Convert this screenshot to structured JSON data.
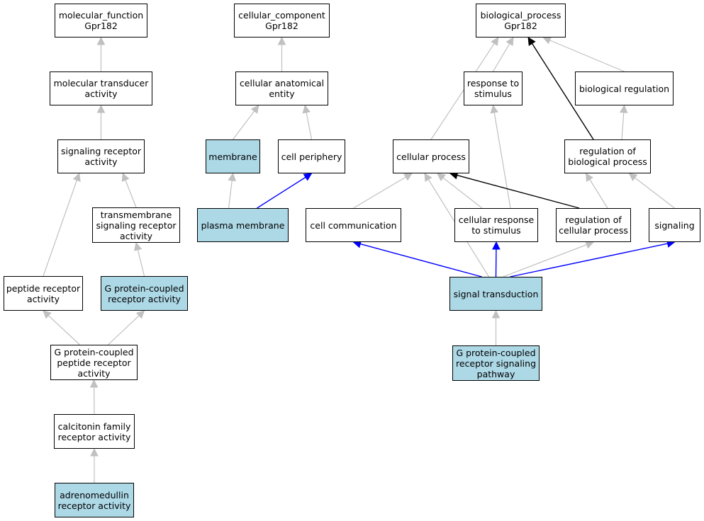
{
  "colors": {
    "highlight_fill": "#add8e6",
    "default_fill": "#ffffff",
    "edge_gray": "#c0c0c0",
    "edge_black": "#000000",
    "edge_blue": "#0000ff"
  },
  "nodes": [
    {
      "id": "mf",
      "label": "molecular_function\nGpr182",
      "highlight": false
    },
    {
      "id": "mt",
      "label": "molecular transducer\nactivity",
      "highlight": false
    },
    {
      "id": "sra",
      "label": "signaling receptor\nactivity",
      "highlight": false
    },
    {
      "id": "tsra",
      "label": "transmembrane\nsignaling receptor\nactivity",
      "highlight": false
    },
    {
      "id": "pra",
      "label": "peptide receptor\nactivity",
      "highlight": false
    },
    {
      "id": "gpcra",
      "label": "G protein-coupled\nreceptor activity",
      "highlight": true
    },
    {
      "id": "gpcpra",
      "label": "G protein-coupled\npeptide receptor\nactivity",
      "highlight": false
    },
    {
      "id": "cfra",
      "label": "calcitonin family\nreceptor activity",
      "highlight": false
    },
    {
      "id": "adra",
      "label": "adrenomedullin\nreceptor activity",
      "highlight": true
    },
    {
      "id": "cc",
      "label": "cellular_component\nGpr182",
      "highlight": false
    },
    {
      "id": "cae",
      "label": "cellular anatomical\nentity",
      "highlight": false
    },
    {
      "id": "membrane",
      "label": "membrane",
      "highlight": true
    },
    {
      "id": "cperiph",
      "label": "cell periphery",
      "highlight": false
    },
    {
      "id": "pm",
      "label": "plasma membrane",
      "highlight": true
    },
    {
      "id": "bp",
      "label": "biological_process\nGpr182",
      "highlight": false
    },
    {
      "id": "rts",
      "label": "response to\nstimulus",
      "highlight": false
    },
    {
      "id": "breg",
      "label": "biological regulation",
      "highlight": false
    },
    {
      "id": "cp",
      "label": "cellular process",
      "highlight": false
    },
    {
      "id": "rbp",
      "label": "regulation of\nbiological process",
      "highlight": false
    },
    {
      "id": "ccomm",
      "label": "cell communication",
      "highlight": false
    },
    {
      "id": "crts",
      "label": "cellular response\nto stimulus",
      "highlight": false
    },
    {
      "id": "rcp",
      "label": "regulation of\ncellular process",
      "highlight": false
    },
    {
      "id": "sig",
      "label": "signaling",
      "highlight": false
    },
    {
      "id": "st",
      "label": "signal transduction",
      "highlight": true
    },
    {
      "id": "gpcrsp",
      "label": "G protein-coupled\nreceptor signaling\npathway",
      "highlight": true
    }
  ],
  "edges": [
    {
      "from": "mt",
      "to": "mf",
      "kind": "gray"
    },
    {
      "from": "sra",
      "to": "mt",
      "kind": "gray"
    },
    {
      "from": "tsra",
      "to": "sra",
      "kind": "gray"
    },
    {
      "from": "pra",
      "to": "sra",
      "kind": "gray"
    },
    {
      "from": "gpcra",
      "to": "tsra",
      "kind": "gray"
    },
    {
      "from": "gpcpra",
      "to": "pra",
      "kind": "gray"
    },
    {
      "from": "gpcpra",
      "to": "gpcra",
      "kind": "gray"
    },
    {
      "from": "cfra",
      "to": "gpcpra",
      "kind": "gray"
    },
    {
      "from": "adra",
      "to": "cfra",
      "kind": "gray"
    },
    {
      "from": "cae",
      "to": "cc",
      "kind": "gray"
    },
    {
      "from": "membrane",
      "to": "cae",
      "kind": "gray"
    },
    {
      "from": "cperiph",
      "to": "cae",
      "kind": "gray"
    },
    {
      "from": "pm",
      "to": "membrane",
      "kind": "gray"
    },
    {
      "from": "pm",
      "to": "cperiph",
      "kind": "blue"
    },
    {
      "from": "rts",
      "to": "bp",
      "kind": "gray"
    },
    {
      "from": "cp",
      "to": "bp",
      "kind": "gray"
    },
    {
      "from": "breg",
      "to": "bp",
      "kind": "gray"
    },
    {
      "from": "rbp",
      "to": "bp",
      "kind": "black"
    },
    {
      "from": "rbp",
      "to": "breg",
      "kind": "gray"
    },
    {
      "from": "ccomm",
      "to": "cp",
      "kind": "gray"
    },
    {
      "from": "crts",
      "to": "cp",
      "kind": "gray"
    },
    {
      "from": "crts",
      "to": "rts",
      "kind": "gray"
    },
    {
      "from": "rcp",
      "to": "cp",
      "kind": "black"
    },
    {
      "from": "rcp",
      "to": "rbp",
      "kind": "gray"
    },
    {
      "from": "sig",
      "to": "rbp",
      "kind": "gray"
    },
    {
      "from": "st",
      "to": "cp",
      "kind": "gray"
    },
    {
      "from": "st",
      "to": "ccomm",
      "kind": "blue"
    },
    {
      "from": "st",
      "to": "crts",
      "kind": "blue"
    },
    {
      "from": "st",
      "to": "rcp",
      "kind": "gray"
    },
    {
      "from": "st",
      "to": "sig",
      "kind": "blue"
    },
    {
      "from": "gpcrsp",
      "to": "st",
      "kind": "gray"
    }
  ]
}
